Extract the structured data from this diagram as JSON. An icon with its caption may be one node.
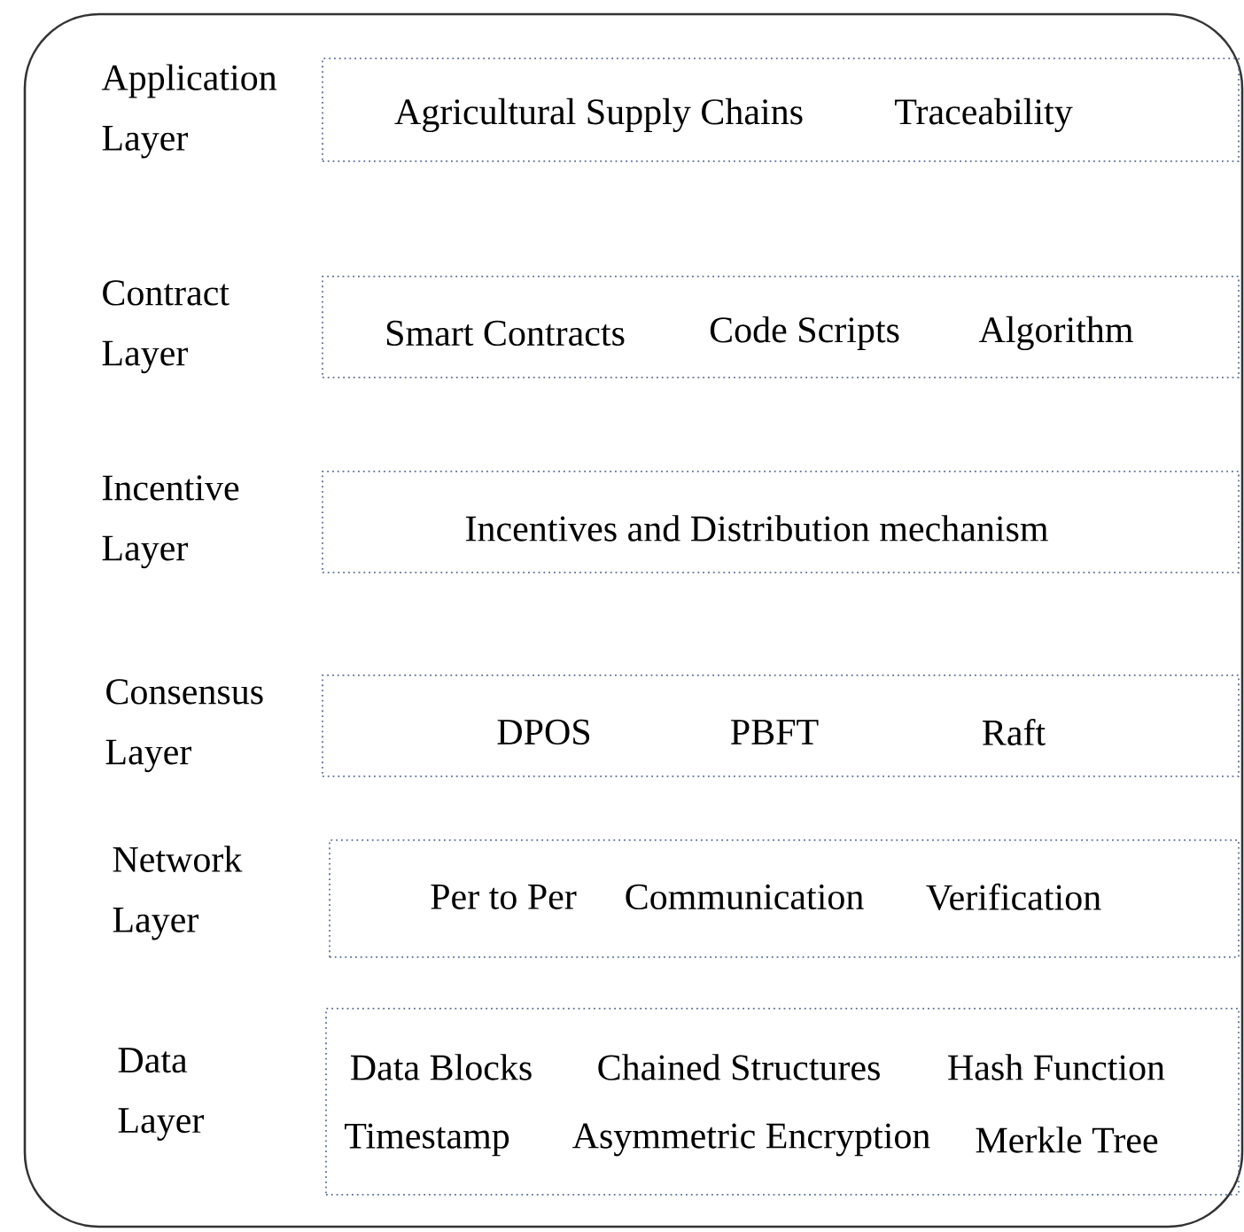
{
  "diagram": {
    "nodes": [
      {
        "text": [],
        "shape": "box"
      },
      {
        "text": [
          "Application Layer",
          "Agricultural Supply Chains",
          "Traceability"
        ],
        "in": 0
      },
      {
        "text": [
          "Contract Layer",
          "Smart Contracts",
          "Code Scripts",
          "Algorithm"
        ],
        "in": 0
      },
      {
        "text": [
          "Incentive Layer",
          "Incentives and Distribution mechanism"
        ],
        "in": 0
      },
      {
        "text": [
          "Consensus Layer",
          "DPOS",
          "PBFT",
          "Raft"
        ],
        "in": 0
      },
      {
        "text": [
          "Network Layer",
          "Per to Per",
          "Communication",
          "Verification"
        ],
        "in": 0
      },
      {
        "text": [
          "Data Layer",
          "Data Blocks",
          "Chained Structures",
          "Hash Function",
          "Timestamp",
          "Asymmetric Encryption",
          "Merkle Tree"
        ],
        "in": 0
      }
    ]
  }
}
